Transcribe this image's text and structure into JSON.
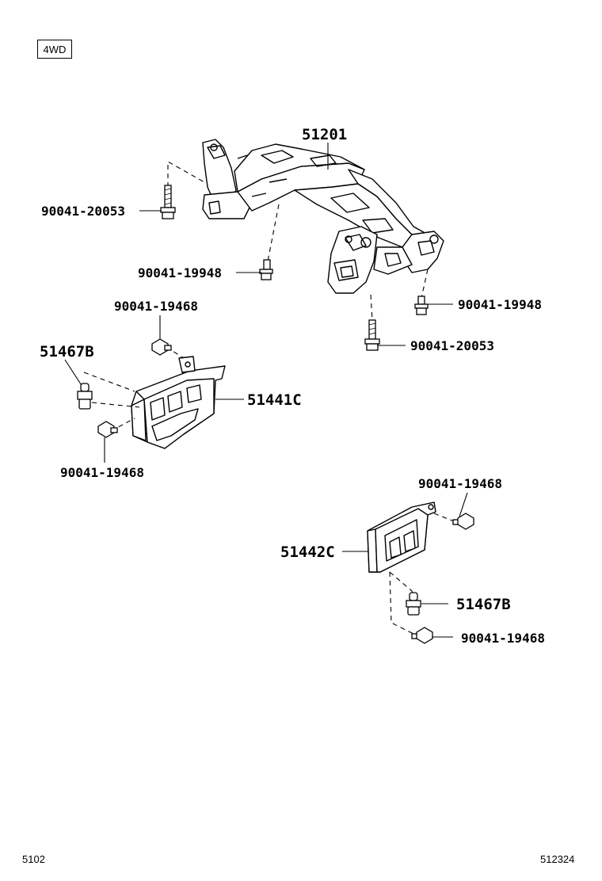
{
  "badge": "4WD",
  "labels": {
    "subframe": "51201",
    "bolt_upper_left": "90041-20053",
    "bolt_mid_left": "90041-19948",
    "bolt_mid_right": "90041-19948",
    "bolt_lower_right": "90041-20053",
    "screw_top_left": "90041-19468",
    "clip_left": "51467B",
    "cover_left": "51441C",
    "screw_bottom_left": "90041-19468",
    "screw_top_right": "90041-19468",
    "cover_right": "51442C",
    "clip_right": "51467B",
    "screw_bottom_right": "90041-19468"
  },
  "footer": {
    "left": "5102",
    "right": "512324"
  }
}
